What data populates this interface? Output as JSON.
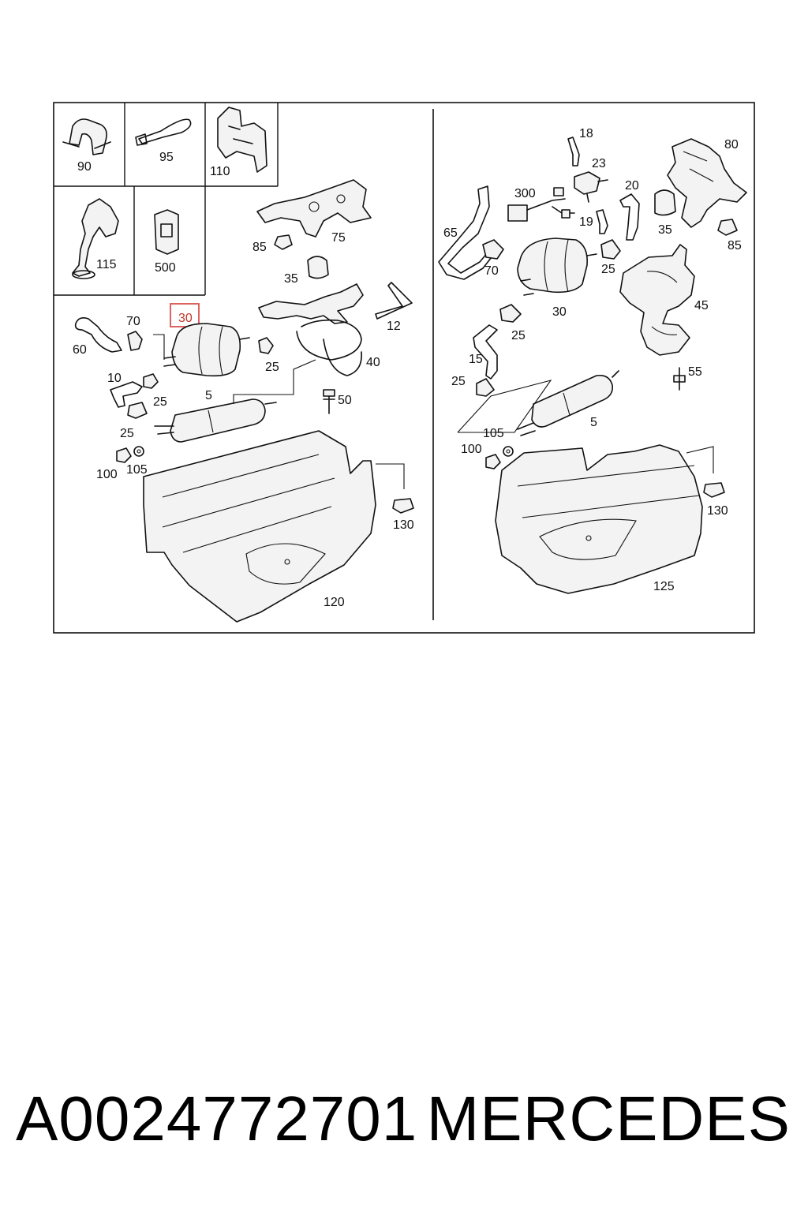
{
  "diagram": {
    "highlighted_label": "30",
    "left_panel": {
      "inset_labels": [
        "90",
        "95",
        "110",
        "115",
        "500"
      ],
      "labels": {
        "l85": "85",
        "l75": "75",
        "l35": "35",
        "l70": "70",
        "l60": "60",
        "l12": "12",
        "l25a": "25",
        "l10": "10",
        "l25b": "25",
        "l5": "5",
        "l40": "40",
        "l50": "50",
        "l25c": "25",
        "l100": "100",
        "l105": "105",
        "l130": "130",
        "l120": "120"
      }
    },
    "right_panel": {
      "labels": {
        "r18": "18",
        "r80": "80",
        "r23": "23",
        "r300": "300",
        "r20": "20",
        "r65": "65",
        "r19": "19",
        "r35": "35",
        "r85": "85",
        "r70": "70",
        "r25a": "25",
        "r30": "30",
        "r45": "45",
        "r25b": "25",
        "r15": "15",
        "r55": "55",
        "r25c": "25",
        "r5": "5",
        "r105": "105",
        "r100": "100",
        "r130": "130",
        "r125": "125"
      }
    }
  },
  "footer": {
    "part_number": "A0024772701",
    "brand": "MERCEDES"
  }
}
